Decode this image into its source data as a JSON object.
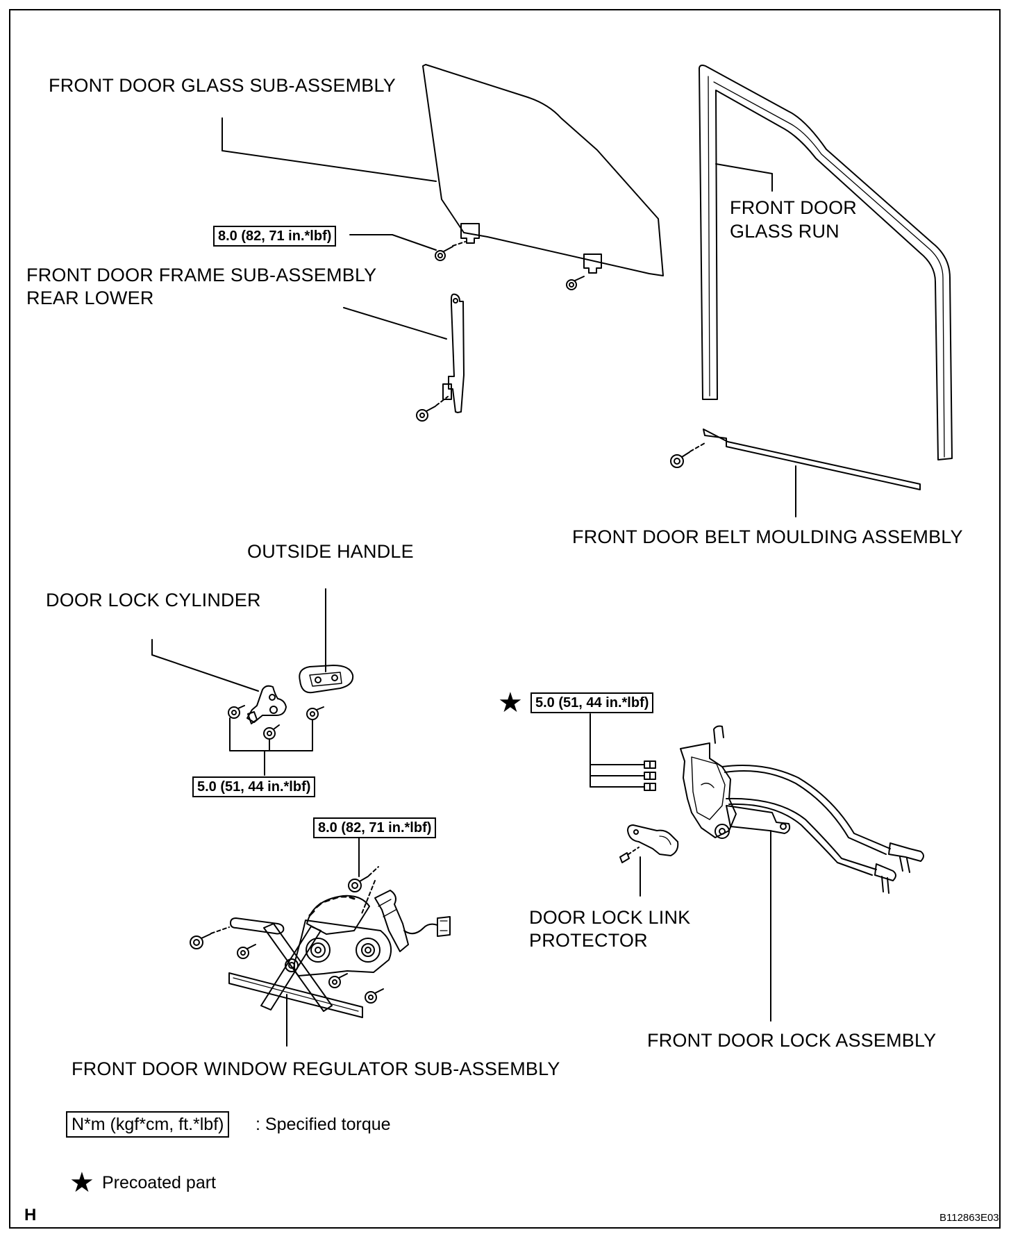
{
  "labels": {
    "front_door_glass": "FRONT DOOR GLASS SUB-ASSEMBLY",
    "glass_run_line1": "FRONT DOOR",
    "glass_run_line2": "GLASS RUN",
    "frame_rear_line1": "FRONT DOOR FRAME SUB-ASSEMBLY",
    "frame_rear_line2": "REAR LOWER",
    "belt_moulding": "FRONT DOOR BELT MOULDING ASSEMBLY",
    "outside_handle": "OUTSIDE HANDLE",
    "lock_cylinder": "DOOR LOCK CYLINDER",
    "link_protector_line1": "DOOR LOCK LINK",
    "link_protector_line2": "PROTECTOR",
    "lock_assembly": "FRONT DOOR LOCK ASSEMBLY",
    "window_regulator": "FRONT DOOR WINDOW REGULATOR SUB-ASSEMBLY"
  },
  "torques": {
    "glass_bolts": "8.0 (82, 71 in.*lbf)",
    "lock_cylinder_bolts": "5.0 (51, 44 in.*lbf)",
    "regulator_bolts": "8.0 (82, 71 in.*lbf)",
    "lock_assembly_screws": "5.0 (51, 44 in.*lbf)"
  },
  "legend": {
    "torque_unit": "N*m (kgf*cm, ft.*lbf)",
    "torque_desc": ": Specified torque",
    "precoated_symbol": "★",
    "precoated_desc": "Precoated part"
  },
  "footer": {
    "sheet_letter": "H",
    "figure_code": "B112863E03"
  }
}
